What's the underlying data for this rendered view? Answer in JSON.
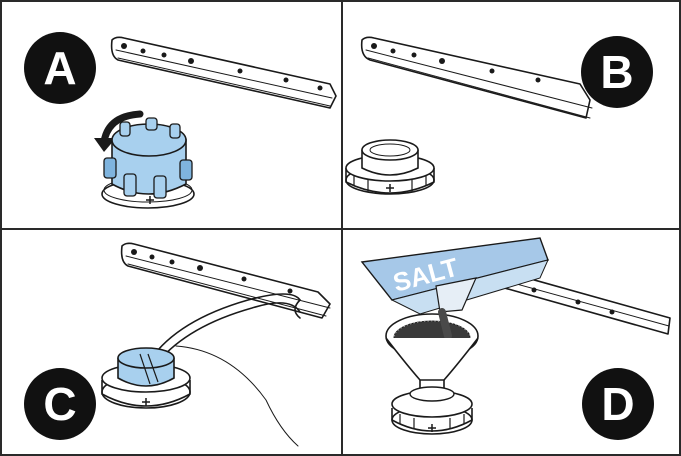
{
  "panels": [
    {
      "id": "A",
      "label": "A"
    },
    {
      "id": "B",
      "label": "B"
    },
    {
      "id": "C",
      "label": "C"
    },
    {
      "id": "D",
      "label": "D"
    }
  ],
  "salt_box": {
    "text": "SALT"
  },
  "colors": {
    "cap_blue": "#a8d0ee",
    "cap_blue_shadow": "#7fb4de",
    "salt_box_blue": "#a6c8e8",
    "badge": "#111111",
    "ink": "#1a1a1a",
    "background": "#ffffff"
  }
}
